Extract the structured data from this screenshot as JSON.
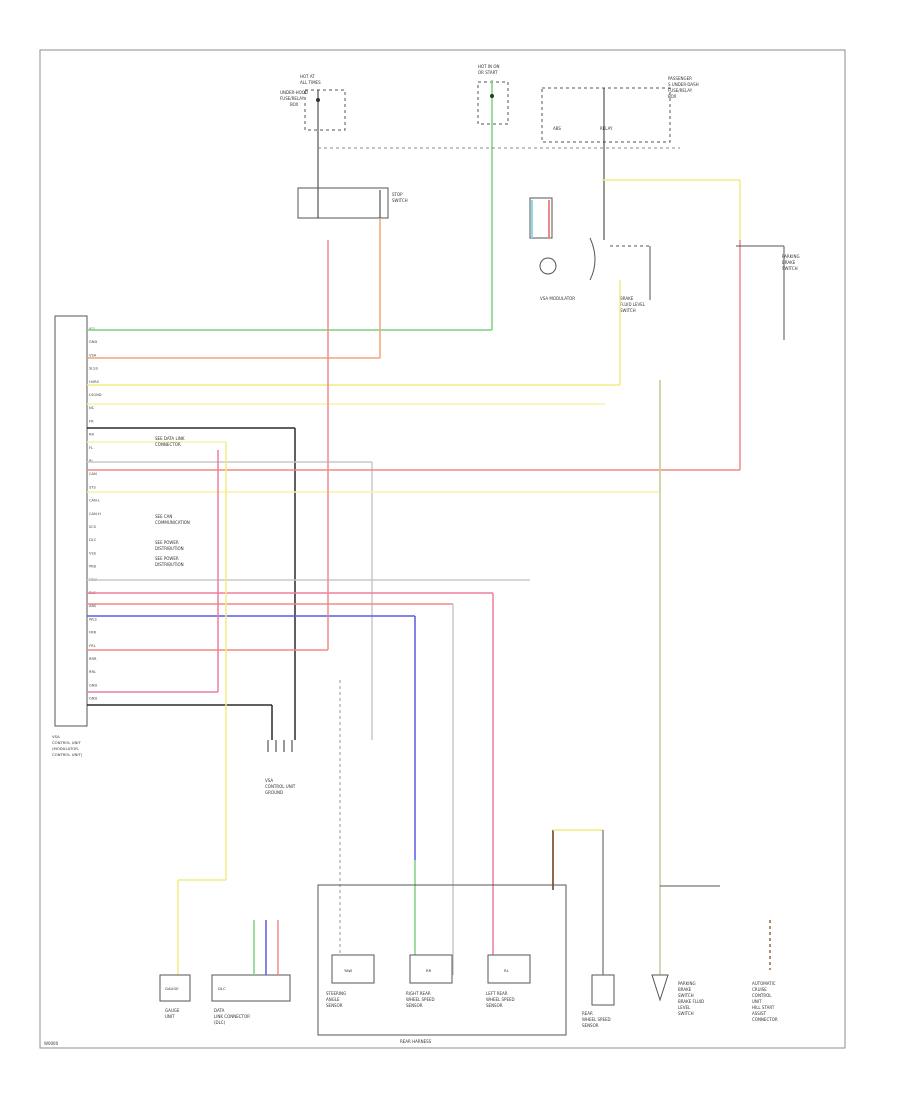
{
  "diagram": {
    "footer_code": "W0000",
    "wire_colors": {
      "green": "#7fd07f",
      "orange": "#f2a477",
      "yellow": "#f0ee82",
      "light_yellow": "#f6f3a6",
      "gray": "#c8c8c8",
      "black": "#2b2b2b",
      "red": "#f08a8a",
      "pink": "#ee7e9a",
      "blue": "#5a5ae6",
      "light_blue": "#8ed8e8",
      "brown": "#8e6a4a"
    },
    "top_labels": {
      "fuse_block_1": [
        "HOT AT",
        "ALL TIMES",
        "UNDER-HOOD",
        "FUSE/RELAY",
        "BOX"
      ],
      "fuse_block_2": [
        "HOT IN ON",
        "OR START"
      ],
      "relay_block": [
        "PASSENGER",
        "S UNDER-DASH",
        "FUSE/RELAY",
        "BOX"
      ],
      "relay_label": [
        "ABS",
        "RELAY"
      ],
      "stop_switch": [
        "STOP",
        "SWITCH"
      ],
      "vsa_modulator": [
        "VSA MODULATOR"
      ],
      "brake_fluid": [
        "BRAKE",
        "FLUID LEVEL",
        "SWITCH"
      ],
      "parking_brake": [
        "PARKING",
        "BRAKE",
        "SWITCH"
      ]
    },
    "module_label": [
      "VSA",
      "CONTROL UNIT",
      "(MODULATOR-",
      "CONTROL UNIT)"
    ],
    "module_pins": [
      "IG1",
      "GND",
      "VSA",
      "SLSS",
      "HVRS",
      "LSGND",
      "NC",
      "FR",
      "RR",
      "FL",
      "RL",
      "CAN",
      "STS",
      "CAN-L",
      "CAN-H",
      "SCS",
      "DLC",
      "VSS",
      "PKB",
      "FSW",
      "BLS",
      "ABS",
      "WLS",
      "FRR",
      "FRL",
      "RRR",
      "RRL",
      "GND",
      "GND"
    ],
    "vsa_ground_label": [
      "VSA",
      "CONTROL UNIT",
      "GROUND"
    ],
    "notes": {
      "n1": [
        "SEE DATA LINK",
        "CONNECTOR"
      ],
      "n2": [
        "SEE CAN",
        "COMMUNICATION"
      ],
      "n3": [
        "SEE POWER",
        "DISTRIBUTION"
      ],
      "n4": [
        "SEE POWER",
        "DISTRIBUTION"
      ]
    },
    "bottom_components": {
      "gauge_unit": [
        "GAUGE",
        "UNIT"
      ],
      "data_connector": [
        "DATA",
        "LINK CONNECTOR",
        "(DLC)"
      ],
      "yaw_rate": [
        "STEERING",
        "ANGLE",
        "SENSOR"
      ],
      "right_rear": [
        "RIGHT REAR",
        "WHEEL SPEED",
        "SENSOR"
      ],
      "left_rear": [
        "LEFT REAR",
        "WHEEL SPEED",
        "SENSOR"
      ],
      "rear_harness": [
        "REAR HARNESS"
      ],
      "rear_wheel": [
        "REAR",
        "WHEEL SPEED",
        "SENSOR"
      ],
      "parking_switch": [
        "PARKING",
        "BRAKE",
        "SWITCH",
        "BRAKE FLUID",
        "LEVEL",
        "SWITCH"
      ],
      "auto_cruise": [
        "AUTOMATIC",
        "CRUISE",
        "CONTROL",
        "UNIT"
      ],
      "hill_start": [
        "HILL START",
        "ASSIST",
        "CONNECTOR"
      ]
    },
    "chip_labels": {
      "gauge": "GAUGE",
      "dlc": "DLC",
      "yaw": "YAW",
      "rr": "RR",
      "rl": "RL"
    }
  }
}
